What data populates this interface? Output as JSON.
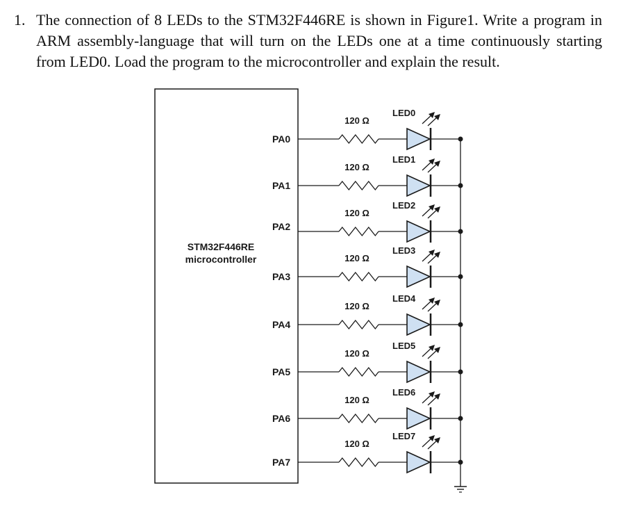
{
  "question": {
    "number": "1.",
    "text": "The connection of 8 LEDs to the STM32F446RE is shown in Figure1. Write a program in ARM assembly-language that will turn on the LEDs one at a time continuously starting from LED0. Load the program to the microcontroller and explain the result."
  },
  "diagram": {
    "mcu_label_line1": "STM32F446RE",
    "mcu_label_line2": "microcontroller",
    "channels": [
      {
        "pin": "PA0",
        "resistor": "120 Ω",
        "led": "LED0"
      },
      {
        "pin": "PA1",
        "resistor": "120 Ω",
        "led": "LED1"
      },
      {
        "pin": "PA2",
        "resistor": "120 Ω",
        "led": "LED2"
      },
      {
        "pin": "PA3",
        "resistor": "120 Ω",
        "led": "LED3"
      },
      {
        "pin": "PA4",
        "resistor": "120 Ω",
        "led": "LED4"
      },
      {
        "pin": "PA5",
        "resistor": "120 Ω",
        "led": "LED5"
      },
      {
        "pin": "PA6",
        "resistor": "120 Ω",
        "led": "LED6"
      },
      {
        "pin": "PA7",
        "resistor": "120 Ω",
        "led": "LED7"
      }
    ],
    "colors": {
      "led_fill": "#cfe0f2",
      "line": "#1a1a1a"
    }
  }
}
